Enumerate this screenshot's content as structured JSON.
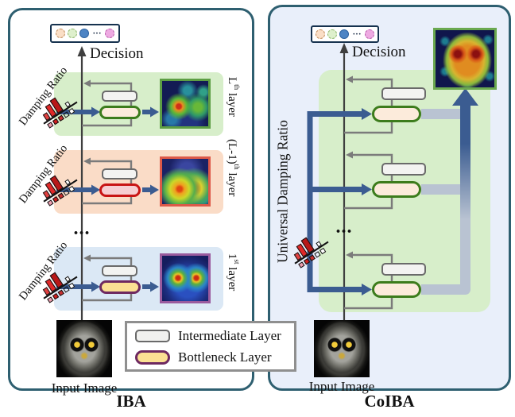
{
  "left_panel": {
    "title": "IBA",
    "decision_label": "Decision",
    "token_ellipsis": "···",
    "ellipsis": "...",
    "input_image_label": "Input Image",
    "layers": [
      {
        "damping_label": "Damping Ratio",
        "label_pre": "L",
        "label_sup": "th",
        "label_post": " layer"
      },
      {
        "damping_label": "Damping Ratio",
        "label_pre": "(L-1)",
        "label_sup": "th",
        "label_post": " layer"
      },
      {
        "damping_label": "Damping Ratio",
        "label_pre": "1",
        "label_sup": "st",
        "label_post": " layer"
      }
    ]
  },
  "right_panel": {
    "title": "CoIBA",
    "decision_label": "Decision",
    "token_ellipsis": "···",
    "universal_damping_label": "Universal Damping Ratio",
    "ellipsis": "...",
    "input_image_label": "Input Image"
  },
  "legend": {
    "intermediate_label": "Intermediate Layer",
    "bottleneck_label": "Bottleneck Layer"
  },
  "colors": {
    "panel_border": "#2e5f70",
    "right_panel_bg": "#e9effa",
    "band_green": "#d7eeca",
    "band_orange": "#fadcc7",
    "band_blue": "#dbe8f5",
    "intermediate_border": "#6a6a6a",
    "intermediate_fill": "#f3f3f1",
    "bottleneck_green_border": "#3c7c1c",
    "bottleneck_peach_fill": "#fcebdb",
    "bottleneck_red_border": "#c81414",
    "bottleneck_pink_fill": "#f6ced2",
    "bottleneck_purple_border": "#6e2960",
    "bottleneck_yellow_fill": "#fbe093",
    "heatmap_border_green": "#5d9e44",
    "heatmap_border_red": "#dd5948",
    "heatmap_border_purple": "#9a5b9e",
    "arrow_blue": "#3b5c91",
    "connector_gray": "#7b7b7b",
    "collector_gray": "#b9c3d2",
    "token_box_border": "#16324f"
  }
}
